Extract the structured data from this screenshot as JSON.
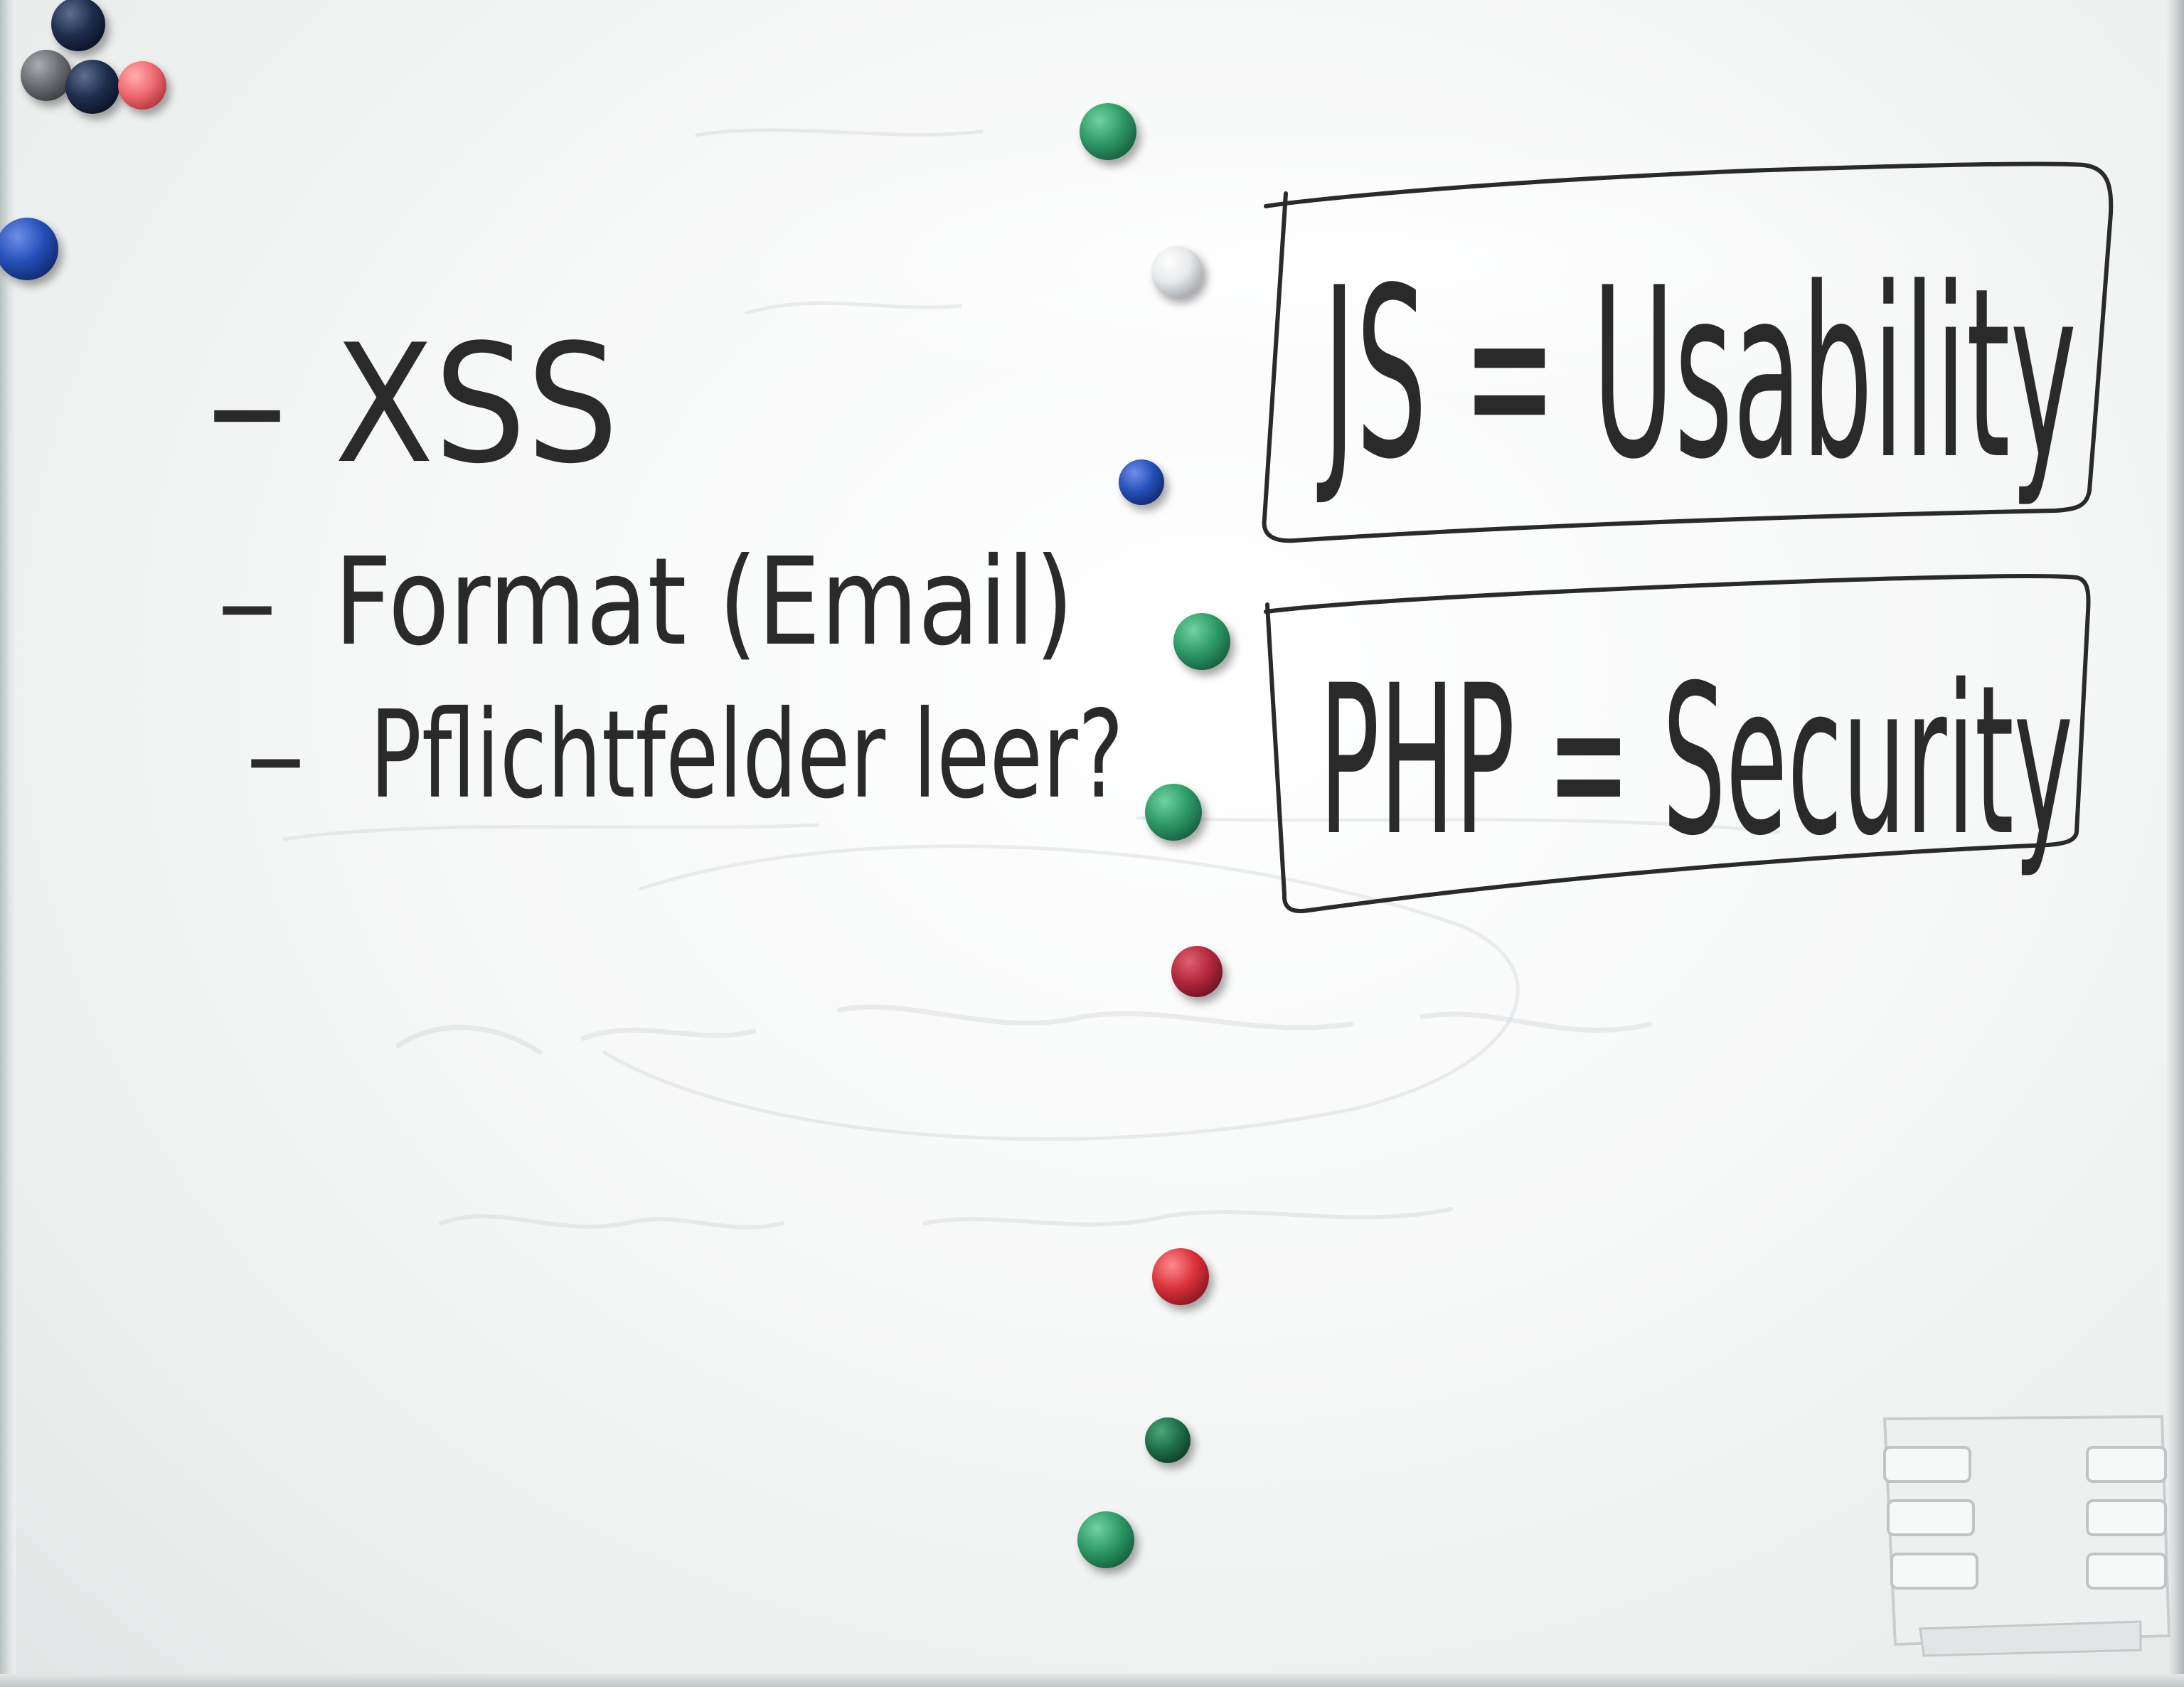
{
  "board": {
    "list_items": [
      {
        "dash": "–",
        "text": "XSS"
      },
      {
        "dash": "–",
        "text": "Format (Email)"
      },
      {
        "dash": "–",
        "text": "Pflichtfelder leer?"
      }
    ],
    "boxes": [
      {
        "text": "JS = Usability"
      },
      {
        "text": "PHP = Security"
      }
    ]
  },
  "colors": {
    "ink": "#2a2a2a",
    "magnet_green": "#2e9a66",
    "magnet_dark_green": "#1f7048",
    "magnet_red": "#d9323c",
    "magnet_dark_red": "#b3283c",
    "magnet_blue": "#2550b8",
    "magnet_navy": "#1e2e4e",
    "magnet_grey": "#6a6e72",
    "magnet_pink": "#ee6a70",
    "magnet_white": "#e6e8ea"
  }
}
